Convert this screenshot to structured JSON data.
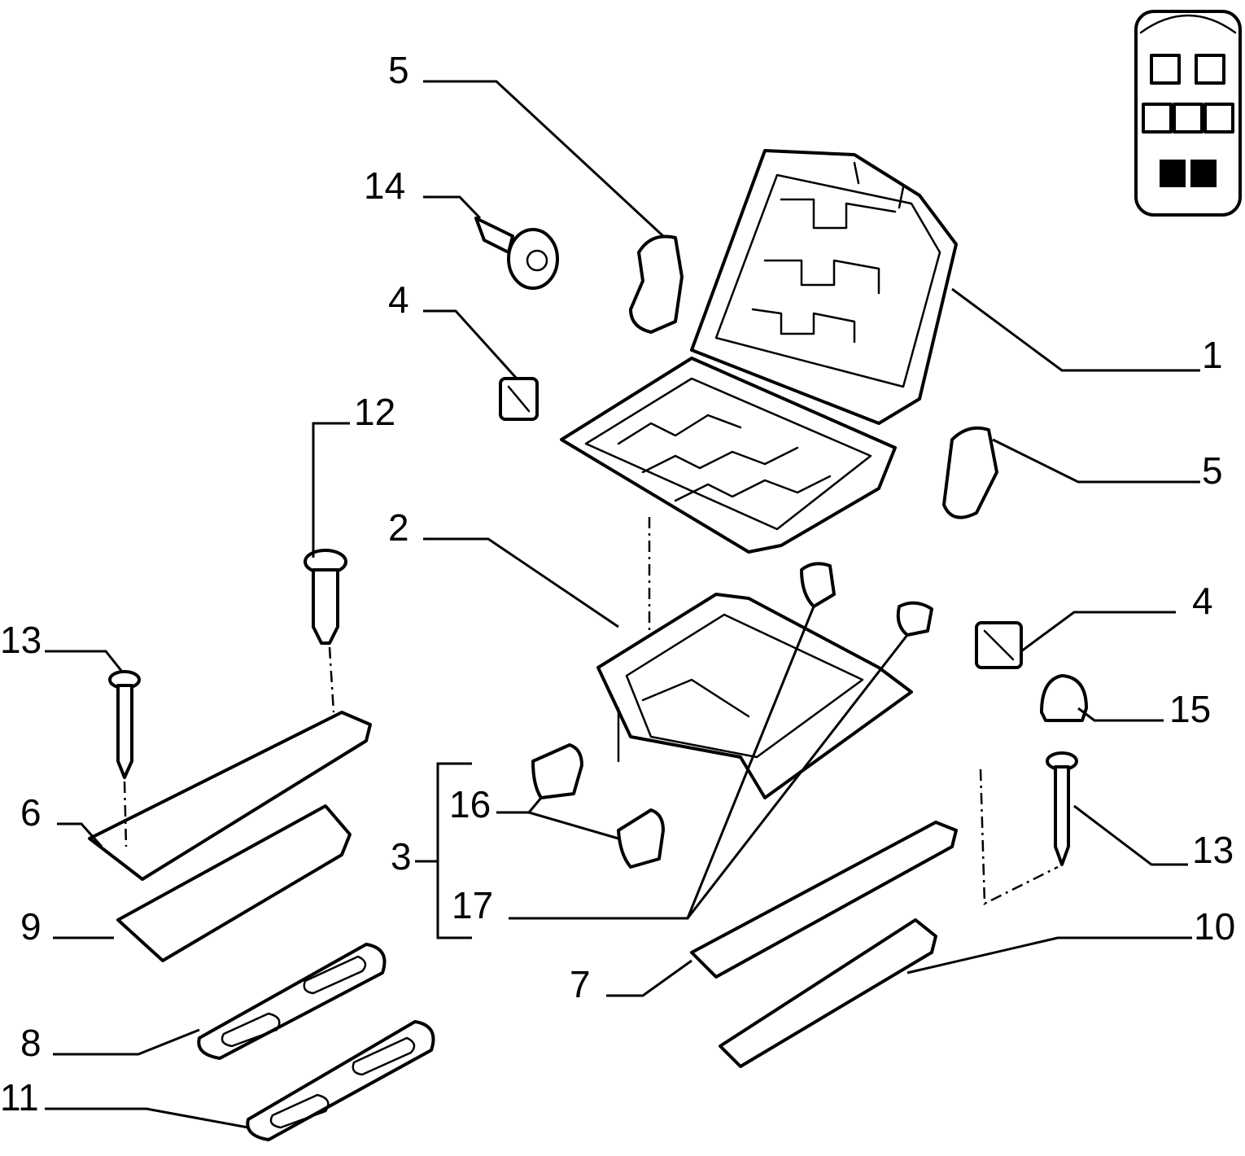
{
  "callouts": [
    {
      "id": "c1",
      "label": "1"
    },
    {
      "id": "c2",
      "label": "2"
    },
    {
      "id": "c3",
      "label": "3"
    },
    {
      "id": "c4a",
      "label": "4"
    },
    {
      "id": "c4b",
      "label": "4"
    },
    {
      "id": "c5a",
      "label": "5"
    },
    {
      "id": "c5b",
      "label": "5"
    },
    {
      "id": "c6",
      "label": "6"
    },
    {
      "id": "c7",
      "label": "7"
    },
    {
      "id": "c8",
      "label": "8"
    },
    {
      "id": "c9",
      "label": "9"
    },
    {
      "id": "c10",
      "label": "10"
    },
    {
      "id": "c11",
      "label": "11"
    },
    {
      "id": "c12",
      "label": "12"
    },
    {
      "id": "c13a",
      "label": "13"
    },
    {
      "id": "c13b",
      "label": "13"
    },
    {
      "id": "c14",
      "label": "14"
    },
    {
      "id": "c15",
      "label": "15"
    },
    {
      "id": "c16",
      "label": "16"
    },
    {
      "id": "c17",
      "label": "17"
    }
  ],
  "icons": {
    "seat_layout_key": "seat-layout-key-icon",
    "backrest_frame": "seat-backrest-frame-icon",
    "cushion_frame": "seat-cushion-frame-icon",
    "base_frame": "seat-base-frame-icon"
  }
}
